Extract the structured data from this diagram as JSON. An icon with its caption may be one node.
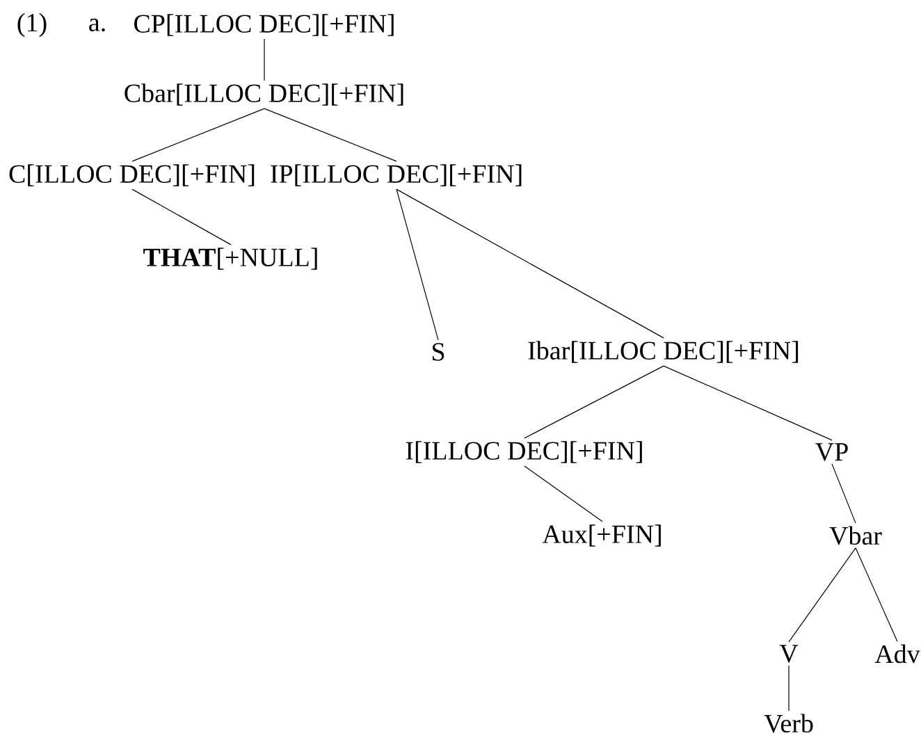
{
  "diagram": {
    "nodes": [
      {
        "text": [
          "CP[ILLOC DEC][+FIN]"
        ]
      },
      {
        "text": [
          "Cbar[ILLOC DEC][+FIN]"
        ]
      },
      {
        "text": [
          "C[ILLOC DEC][+FIN]"
        ]
      },
      {
        "text": [
          "IP[ILLOC DEC][+FIN]"
        ]
      },
      {
        "text": [
          "**THAT**[+NULL]"
        ]
      },
      {
        "text": [
          "S"
        ]
      },
      {
        "text": [
          "Ibar[ILLOC DEC][+FIN]"
        ]
      },
      {
        "text": [
          "I[ILLOC DEC][+FIN]"
        ]
      },
      {
        "text": [
          "VP"
        ]
      },
      {
        "text": [
          "Aux[+FIN]"
        ]
      },
      {
        "text": [
          "Vbar"
        ]
      },
      {
        "text": [
          "V"
        ]
      },
      {
        "text": [
          "Adv"
        ]
      },
      {
        "text": [
          "Verb"
        ]
      }
    ],
    "edges": [
      {
        "from": 0,
        "to": 1,
        "arrow": "none"
      },
      {
        "from": 1,
        "to": 2,
        "arrow": "none"
      },
      {
        "from": 1,
        "to": 3,
        "arrow": "none"
      },
      {
        "from": 2,
        "to": 4,
        "arrow": "none"
      },
      {
        "from": 3,
        "to": 5,
        "arrow": "none"
      },
      {
        "from": 3,
        "to": 6,
        "arrow": "none"
      },
      {
        "from": 6,
        "to": 7,
        "arrow": "none"
      },
      {
        "from": 6,
        "to": 8,
        "arrow": "none"
      },
      {
        "from": 7,
        "to": 9,
        "arrow": "none"
      },
      {
        "from": 8,
        "to": 10,
        "arrow": "none"
      },
      {
        "from": 10,
        "to": 11,
        "arrow": "none"
      },
      {
        "from": 10,
        "to": 12,
        "arrow": "none"
      },
      {
        "from": 11,
        "to": 13,
        "arrow": "none"
      }
    ],
    "labels": [
      "(1)",
      "a."
    ]
  }
}
